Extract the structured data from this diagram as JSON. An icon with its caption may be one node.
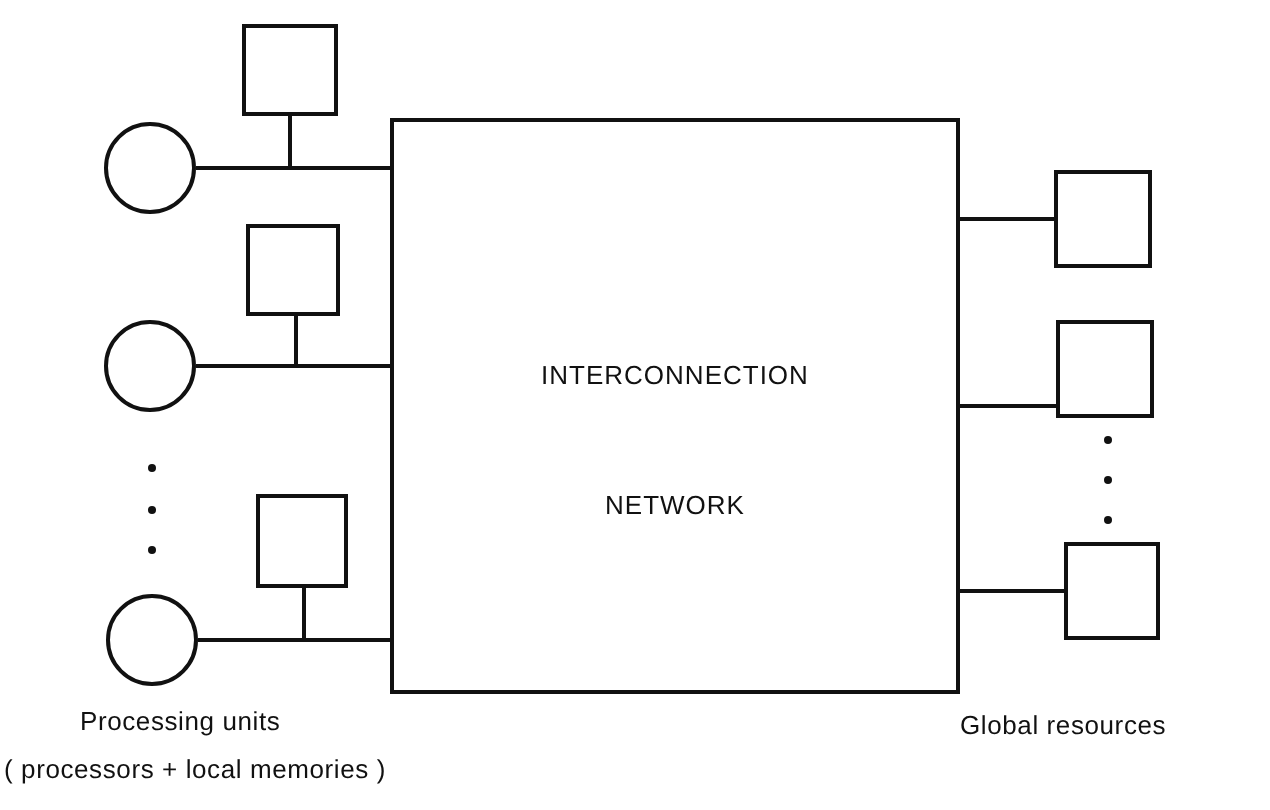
{
  "diagram": {
    "nodes": [
      {
        "text": [
          "INTERCONNECTION NETWORK"
        ]
      },
      {
        "text": [],
        "shape": "circle"
      },
      {
        "text": [],
        "shape": "circle"
      },
      {
        "text": [],
        "shape": "circle"
      },
      {
        "text": [],
        "shape": "box"
      },
      {
        "text": [],
        "shape": "box"
      },
      {
        "text": [],
        "shape": "box"
      },
      {
        "text": [],
        "shape": "box"
      },
      {
        "text": [],
        "shape": "box"
      },
      {
        "text": [],
        "shape": "box"
      }
    ],
    "edges": [
      {
        "from": 1,
        "to": 0,
        "arrow": "none"
      },
      {
        "from": 4,
        "to": 1,
        "arrow": "none"
      },
      {
        "from": 2,
        "to": 0,
        "arrow": "none"
      },
      {
        "from": 5,
        "to": 2,
        "arrow": "none"
      },
      {
        "from": 3,
        "to": 0,
        "arrow": "none"
      },
      {
        "from": 6,
        "to": 3,
        "arrow": "none"
      },
      {
        "from": 0,
        "to": 7,
        "arrow": "none"
      },
      {
        "from": 0,
        "to": 8,
        "arrow": "none"
      },
      {
        "from": 0,
        "to": 9,
        "arrow": "none"
      }
    ],
    "labels": [
      "Processing units",
      "( processors + local memories )",
      "Global resources"
    ]
  }
}
